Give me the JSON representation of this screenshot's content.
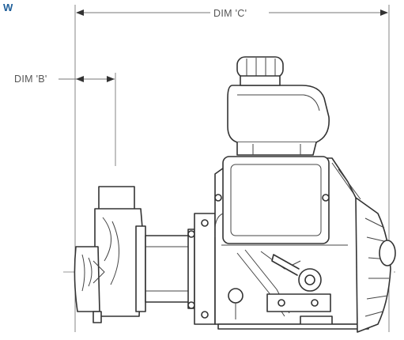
{
  "corner_label": "W",
  "dimensions": {
    "dim_c": "DIM 'C'",
    "dim_b": "DIM 'B'"
  },
  "colors": {
    "accent": "#1f5f9a",
    "line": "#333333",
    "dimension_line": "#777777"
  }
}
